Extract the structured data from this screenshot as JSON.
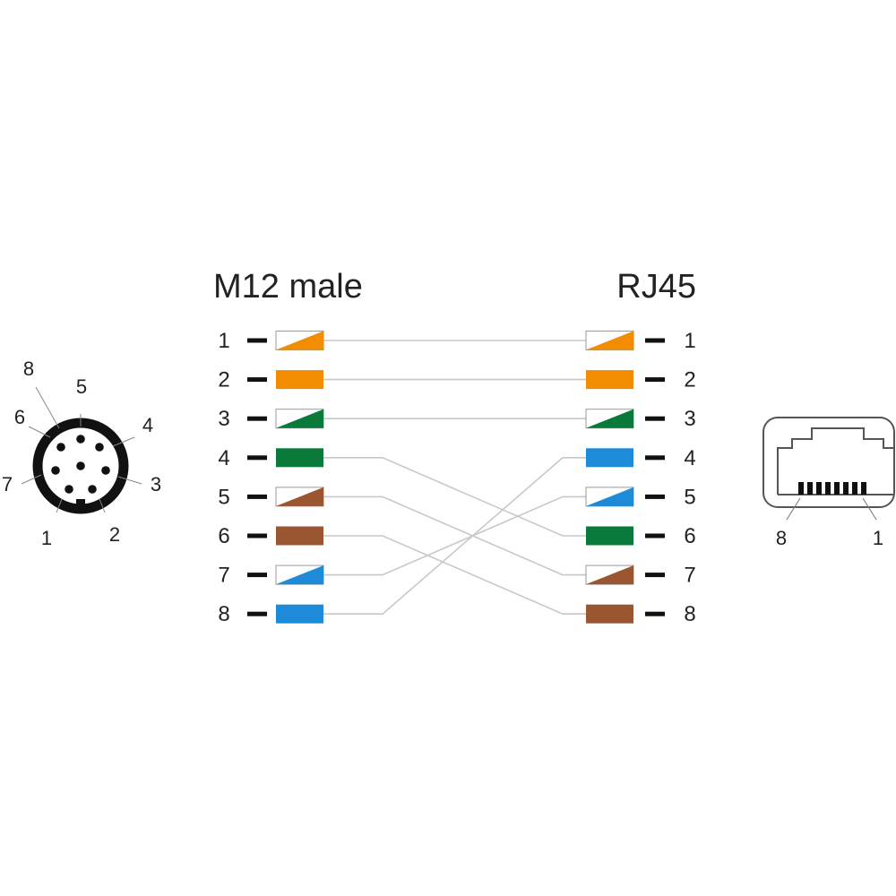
{
  "header": {
    "left_title": "M12 male",
    "right_title": "RJ45"
  },
  "colors": {
    "orange": "#F28C00",
    "green": "#0A7A3A",
    "blue": "#1E8BD8",
    "brown": "#9A5630",
    "wire": "#C8C8C8",
    "ink": "#111111"
  },
  "m12_pins": [
    {
      "number": "1",
      "color": "orange",
      "style": "striped"
    },
    {
      "number": "2",
      "color": "orange",
      "style": "solid"
    },
    {
      "number": "3",
      "color": "green",
      "style": "striped"
    },
    {
      "number": "4",
      "color": "green",
      "style": "solid"
    },
    {
      "number": "5",
      "color": "brown",
      "style": "striped"
    },
    {
      "number": "6",
      "color": "brown",
      "style": "solid"
    },
    {
      "number": "7",
      "color": "blue",
      "style": "striped"
    },
    {
      "number": "8",
      "color": "blue",
      "style": "solid"
    }
  ],
  "rj45_pins": [
    {
      "number": "1",
      "color": "orange",
      "style": "striped"
    },
    {
      "number": "2",
      "color": "orange",
      "style": "solid"
    },
    {
      "number": "3",
      "color": "green",
      "style": "striped"
    },
    {
      "number": "4",
      "color": "blue",
      "style": "solid"
    },
    {
      "number": "5",
      "color": "blue",
      "style": "striped"
    },
    {
      "number": "6",
      "color": "green",
      "style": "solid"
    },
    {
      "number": "7",
      "color": "brown",
      "style": "striped"
    },
    {
      "number": "8",
      "color": "brown",
      "style": "solid"
    }
  ],
  "wiring": [
    {
      "from": 1,
      "to": 1
    },
    {
      "from": 2,
      "to": 2
    },
    {
      "from": 3,
      "to": 3
    },
    {
      "from": 4,
      "to": 6
    },
    {
      "from": 5,
      "to": 7
    },
    {
      "from": 6,
      "to": 8
    },
    {
      "from": 7,
      "to": 5
    },
    {
      "from": 8,
      "to": 4
    }
  ],
  "m12_face": {
    "pin_labels": [
      "1",
      "2",
      "3",
      "4",
      "5",
      "6",
      "7",
      "8"
    ]
  },
  "rj45_jack": {
    "left_label": "8",
    "right_label": "1"
  }
}
